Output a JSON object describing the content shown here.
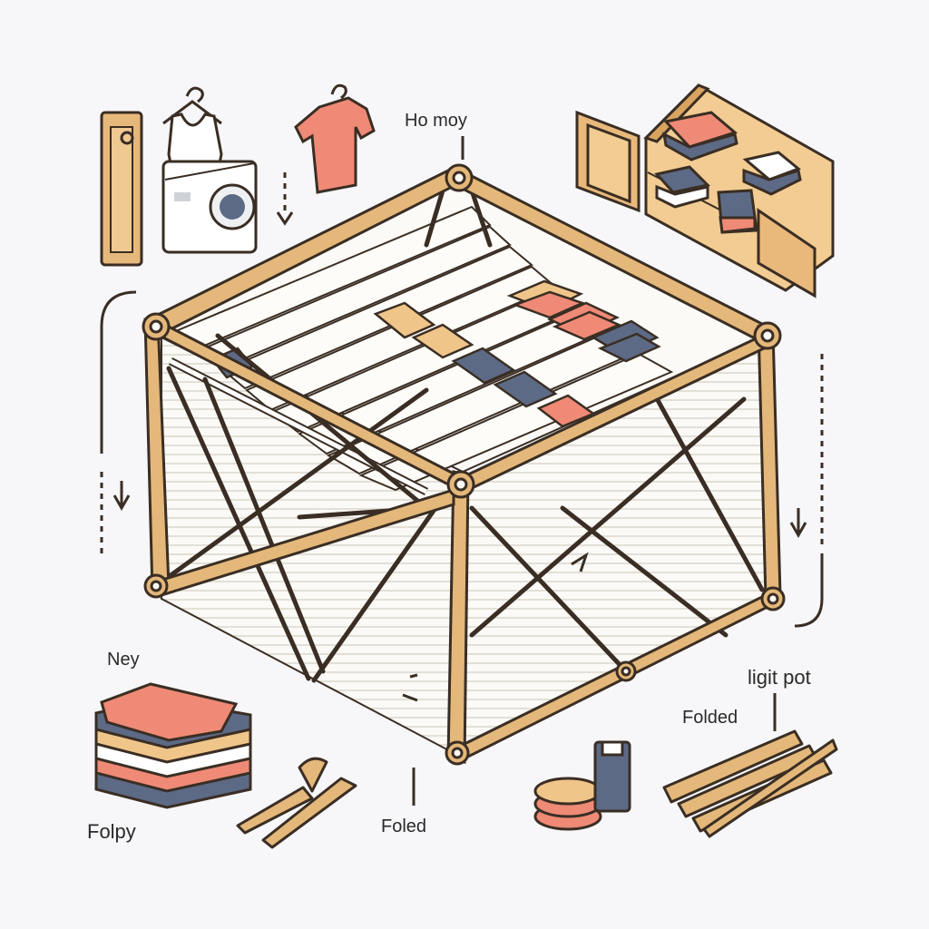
{
  "labels": {
    "top": "Ho moy",
    "left_stack": "Ney",
    "bottom_left": "Folpy",
    "bottom_center": "Foled",
    "right_top": "ligit pot",
    "right_folded": "Folded"
  },
  "colors": {
    "background": "#f7f6f8",
    "wood": "#e4b87a",
    "wood_dark": "#b8884a",
    "outline": "#3a2e24",
    "fabric": "#fbfaf6",
    "coral": "#ef8a76",
    "navy": "#5d6a86",
    "tan": "#f0c58a"
  }
}
